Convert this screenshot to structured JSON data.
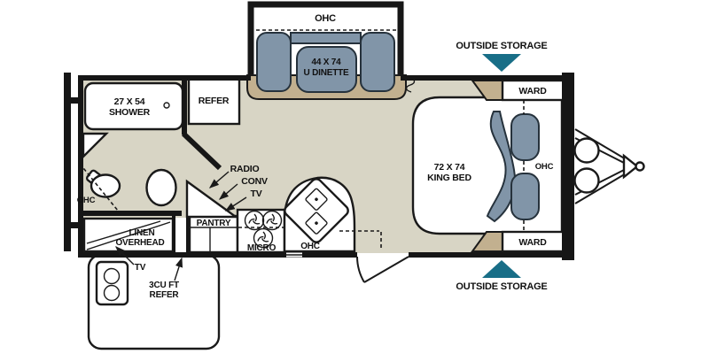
{
  "colors": {
    "floor": "#d8d5c5",
    "slide_floor": "#c2b08f",
    "cushion": "#8195a8",
    "teal": "#186e87",
    "wall": "#161616"
  },
  "labels": {
    "dinette_ohc": "OHC",
    "dinette_size": "44 X 74",
    "dinette_name": "U DINETTE",
    "outside_storage_top": "OUTSIDE STORAGE",
    "outside_storage_bottom": "OUTSIDE STORAGE",
    "ward_top": "WARD",
    "ward_bottom": "WARD",
    "bed_size": "72 X 74",
    "bed_name": "KING BED",
    "bed_ohc": "OHC",
    "shower_size": "27 X 54",
    "shower_name": "SHOWER",
    "refer": "REFER",
    "bath_ohc": "OHC",
    "radio": "RADIO",
    "conv": "CONV",
    "tv": "TV",
    "pantry": "PANTRY",
    "micro": "MICRO",
    "kitchen_ohc": "OHC",
    "linen_line1": "LINEN",
    "linen_line2": "OVERHEAD",
    "exterior_tv": "TV",
    "exterior_refer_line1": "3CU FT",
    "exterior_refer_line2": "REFER"
  }
}
